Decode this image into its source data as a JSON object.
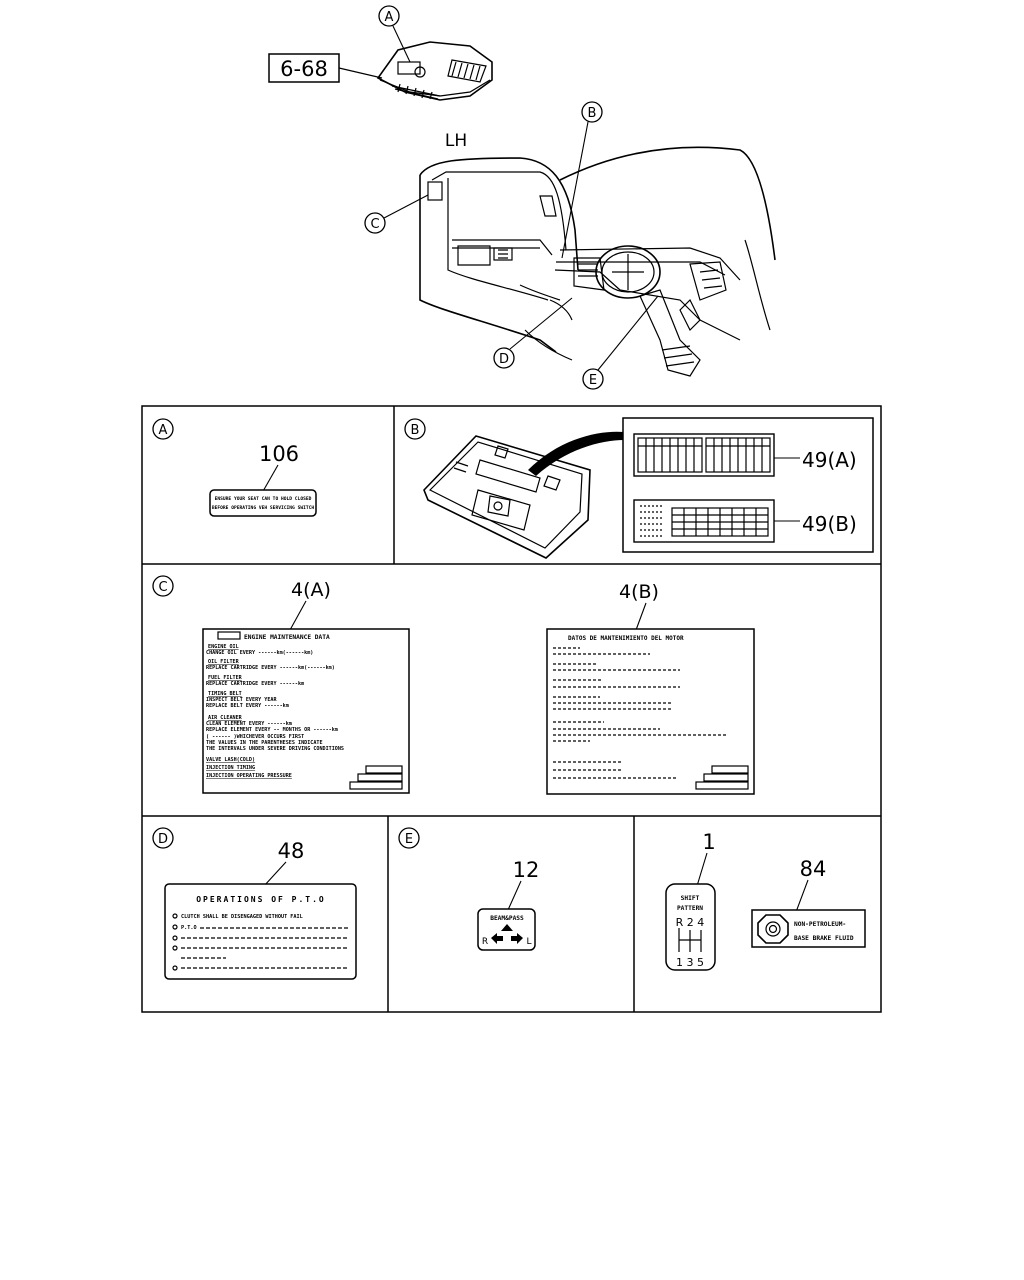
{
  "top": {
    "side_label": "LH",
    "ref_box": "6-68",
    "callouts": {
      "a": "A",
      "b": "B",
      "c": "C",
      "d": "D",
      "e": "E"
    }
  },
  "panels": {
    "a": {
      "letter": "A",
      "part": "106",
      "label_lines": [
        "ENSURE YOUR SEAT CAN TO HOLD CLOSED",
        "BEFORE OPERATING VEH SERVICING SWITCH"
      ]
    },
    "b": {
      "letter": "B",
      "part_a": "49(A)",
      "part_b": "49(B)"
    },
    "c": {
      "letter": "C",
      "part_a": "4(A)",
      "part_b": "4(B)",
      "sheet_a": {
        "title": "ENGINE MAINTENANCE DATA",
        "lines": [
          "ENGINE OIL",
          "CHANGE OIL EVERY ------km(------km)",
          "OIL FILTER",
          "REPLACE CARTRIDGE EVERY ------km(------km)",
          "FUEL FILTER",
          "REPLACE CARTRIDGE EVERY ------km",
          "TIMING BELT",
          "INSPECT BELT EVERY YEAR",
          "REPLACE BELT EVERY ------km",
          "AIR CLEANER",
          "CLEAN ELEMENT EVERY ------km",
          "REPLACE ELEMENT EVERY -- MONTHS OR ------km",
          "( ------ )WHICHEVER OCCURS FIRST",
          "THE VALUES IN THE PARENTHESES INDICATE",
          "THE INTERVALS UNDER SEVERE DRIVING CONDITIONS",
          "VALVE LASH(COLD)",
          "INJECTION TIMING",
          "INJECTION OPERATING PRESSURE"
        ]
      },
      "sheet_b": {
        "title": "DATOS DE MANTENIMIENTO DEL MOTOR"
      }
    },
    "d": {
      "letter": "D",
      "part": "48",
      "sheet": {
        "title": "OPERATIONS OF P.T.O",
        "lines": [
          "CLUTCH SHALL BE DISENGAGED WITHOUT FAIL",
          "P.T.O"
        ]
      }
    },
    "e": {
      "letter": "E",
      "part": "12",
      "plate": {
        "top": "BEAM&PASS",
        "left": "R",
        "right": "L"
      }
    },
    "f": {
      "part_shift": "1",
      "part_fluid": "84",
      "shift": {
        "title1": "SHIFT",
        "title2": "PATTERN",
        "top_row": "R 2 4",
        "bottom_row": "1 3 5"
      },
      "fluid": {
        "line1": "NON-PETROLEUM-",
        "line2": "BASE BRAKE FLUID"
      }
    }
  }
}
